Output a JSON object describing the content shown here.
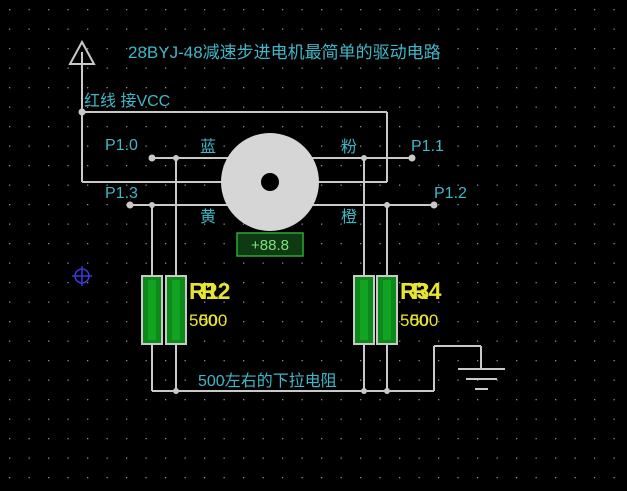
{
  "title": "28BYJ-48减速步进电机最简单的驱动电路",
  "vcc_label": "红线 接VCC",
  "pins": {
    "p10": "P1.0",
    "p11": "P1.1",
    "p12": "P1.2",
    "p13": "P1.3"
  },
  "wire_colors": {
    "blue": "蓝",
    "pink": "粉",
    "yellow": "黄",
    "orange": "橙"
  },
  "motor_display": "+88.8",
  "resistors": {
    "left_refs": [
      "R1",
      "R2"
    ],
    "right_refs": [
      "R3",
      "R4"
    ],
    "value": "500"
  },
  "pulldown_note": "500左右的下拉电阻",
  "colors": {
    "background": "#000000",
    "wire": "#c9c9c9",
    "label": "#3fb7c8",
    "resistor_fill": "#0b8a1a",
    "designator": "#e8e432",
    "motor_body": "#d6d6d6"
  }
}
